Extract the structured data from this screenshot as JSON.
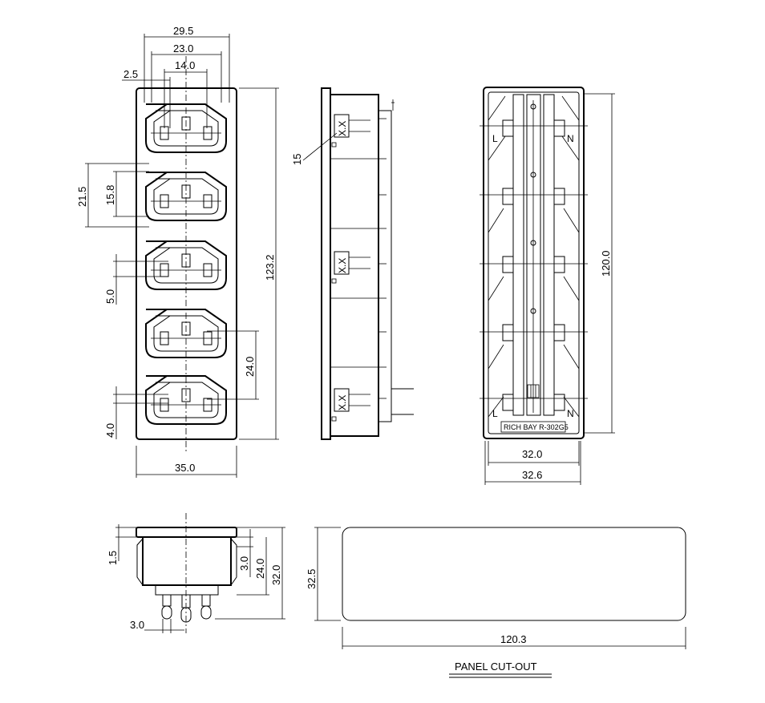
{
  "front_view": {
    "dims": {
      "overall_width": "29.5",
      "pin_span": "23.0",
      "inner_width": "14.0",
      "flange_offset": "2.5",
      "pitch_a": "21.5",
      "socket_height": "15.8",
      "pin_width": "5.0",
      "socket_pitch": "24.0",
      "pin_depth": "4.0",
      "overall_height": "123.2",
      "body_width": "35.0"
    }
  },
  "side_view": {
    "wire_note": "15",
    "terminal_mark": "X.X"
  },
  "rear_view": {
    "label_live": "L",
    "label_neutral": "N",
    "model_text": "RICH BAY R-302G5",
    "dims": {
      "height": "120.0",
      "inner_width": "32.0",
      "outer_width": "32.6"
    }
  },
  "end_view": {
    "dims": {
      "flange": "1.5",
      "pin_spacing": "3.0",
      "lip": "3.0",
      "depth": "24.0",
      "height": "32.0"
    }
  },
  "panel_cutout": {
    "title": "PANEL CUT-OUT",
    "dims": {
      "height": "32.5",
      "width": "120.3"
    }
  }
}
